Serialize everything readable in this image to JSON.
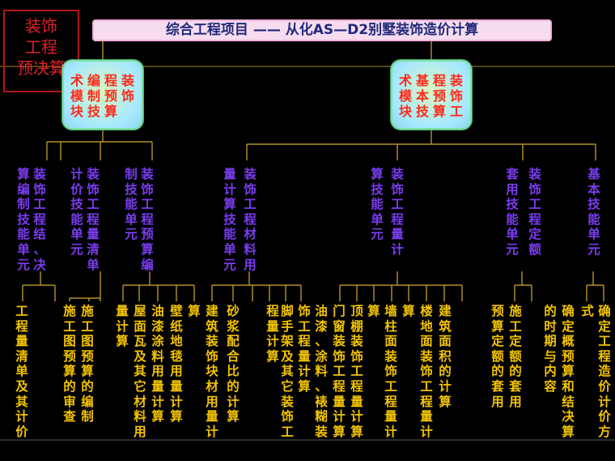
{
  "title_box": {
    "lines": [
      "装饰",
      "工程",
      "预决算"
    ]
  },
  "banner": {
    "text": "综合工程项目 —— 从化AS—D2别墅装饰造价计算"
  },
  "hubs": {
    "left": {
      "columns": [
        "装饰",
        "程预算",
        "编制技",
        "术模块"
      ]
    },
    "right": {
      "columns": [
        "装饰工",
        "程预算",
        "基本技",
        "术模块"
      ]
    }
  },
  "units": [
    {
      "text": "装饰工程结、决",
      "tail": ""
    },
    {
      "text": "算编制技能单元",
      "tail": ""
    },
    {
      "text": "装饰工程量清单",
      "tail": ""
    },
    {
      "text": "计价技能单元",
      "tail": ""
    },
    {
      "text": "装饰工程预算编",
      "tail": ""
    },
    {
      "text": "制技能单元",
      "tail": ""
    },
    {
      "text": "装饰工程材料用",
      "tail": ""
    },
    {
      "text": "量计算技能单元",
      "tail": ""
    },
    {
      "text": "装饰工程量计",
      "tail": ""
    },
    {
      "text": "算技能单元",
      "tail": ""
    },
    {
      "text": "装饰工程定额",
      "tail": ""
    },
    {
      "text": "套用技能单元",
      "tail": ""
    },
    {
      "text": "基本技能单元",
      "tail": ""
    }
  ],
  "tasks": [
    {
      "text": "工程量清单及其计价"
    },
    {
      "text": "施工图预算的审查"
    },
    {
      "text": "施工图预算的编制"
    },
    {
      "text": "量计算"
    },
    {
      "text": "屋面瓦及其它材料用"
    },
    {
      "text": "油漆涂料用量计算"
    },
    {
      "text": "壁纸地毯用量计算"
    },
    {
      "text": "算"
    },
    {
      "text": "建筑装饰块材用量计"
    },
    {
      "text": "砂浆配合比的计算"
    },
    {
      "text": "程量计算"
    },
    {
      "text": "脚手架及其它装饰工"
    },
    {
      "text": "饰工程量计算"
    },
    {
      "text": "油漆、涂料、裱糊装"
    },
    {
      "text": "门窗装饰工程量计算"
    },
    {
      "text": "顶棚装饰工程量计算"
    },
    {
      "text": "算"
    },
    {
      "text": "墙柱面装饰工程量计"
    },
    {
      "text": "算"
    },
    {
      "text": "楼地面装饰工程量计"
    },
    {
      "text": "建筑面积的计算"
    },
    {
      "text": "预算定额的套用"
    },
    {
      "text": "施工定额的套用"
    },
    {
      "text": "的时期与内容"
    },
    {
      "text": "确定概预算和结决算"
    },
    {
      "text": "式"
    },
    {
      "text": "确定工程造价计价方"
    }
  ]
}
